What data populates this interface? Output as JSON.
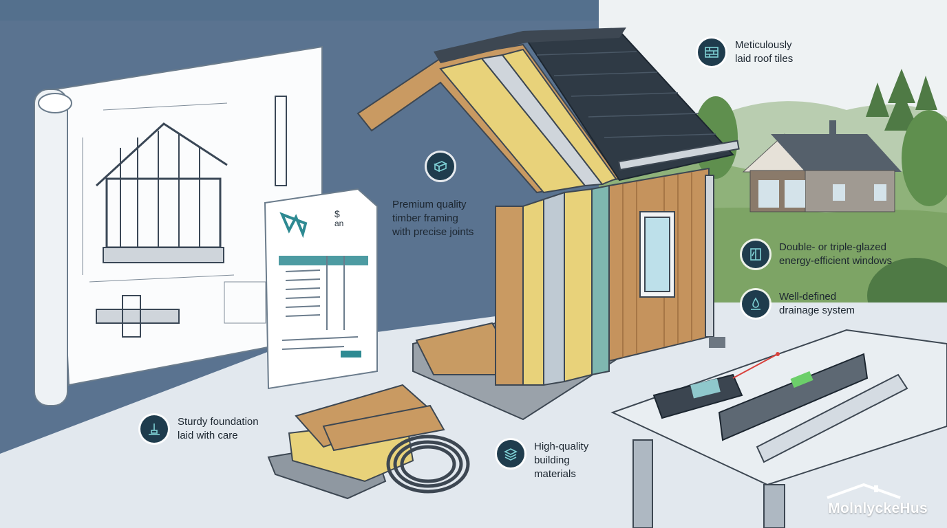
{
  "callouts": {
    "roof": {
      "line1": "Meticulously",
      "line2": "laid roof tiles",
      "icon": "roof-tiles-icon"
    },
    "timber": {
      "line1": "Premium quality",
      "line2": "timber framing",
      "line3": "with precise joints",
      "icon": "timber-beam-icon"
    },
    "windows": {
      "line1": "Double- or triple-glazed",
      "line2": "energy-efficient windows",
      "icon": "window-icon"
    },
    "drainage": {
      "line1": "Well-defined",
      "line2": "drainage system",
      "icon": "water-drop-icon"
    },
    "foundation": {
      "line1": "Sturdy foundation",
      "line2": "laid with care",
      "icon": "foundation-icon"
    },
    "materials": {
      "line1": "High-quality",
      "line2": "building",
      "line3": "materials",
      "icon": "layers-icon"
    }
  },
  "brand": {
    "name": "MolnlyckeHus",
    "logo_icon": "house-roof-icon"
  },
  "document": {
    "currency_symbol": "$",
    "currency_label": "an"
  },
  "colors": {
    "wall": "#5a7390",
    "badge": "#1f3c4d",
    "timber": "#c99a62",
    "insulation": "#e8d27a",
    "roof": "#2f3a45",
    "floor": "#e6ebf0"
  }
}
